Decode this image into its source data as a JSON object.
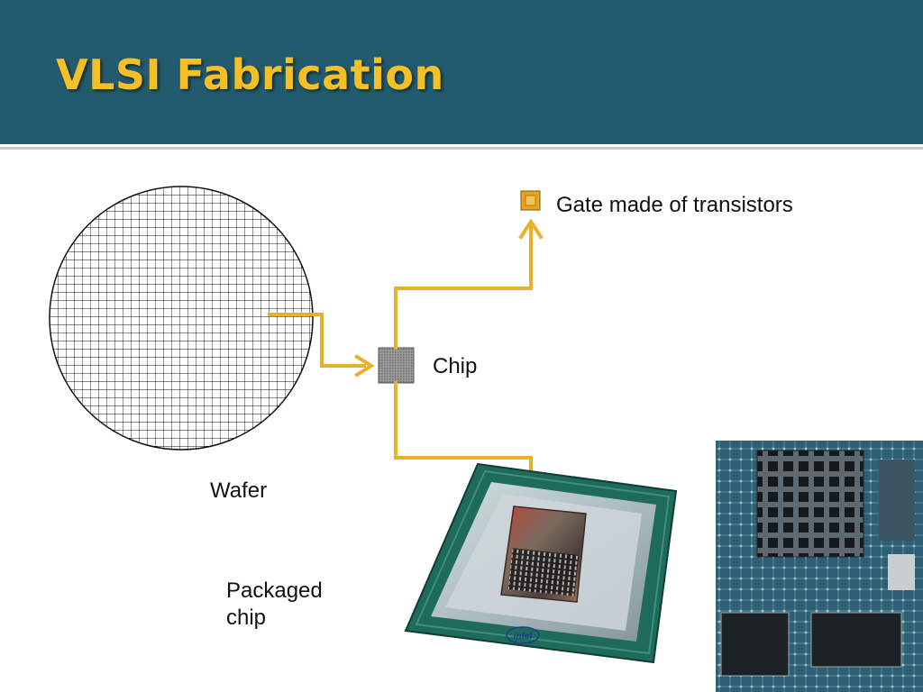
{
  "slide": {
    "title": "VLSI Fabrication"
  },
  "labels": {
    "gate": "Gate made of transistors",
    "chip": "Chip",
    "wafer": "Wafer",
    "packaged_chip": "Packaged chip"
  },
  "package": {
    "logo_text": "intel"
  },
  "colors": {
    "header": "#225b6e",
    "title": "#f5c026",
    "arrow": "#e8b12a",
    "gate": "#e8a21c"
  }
}
